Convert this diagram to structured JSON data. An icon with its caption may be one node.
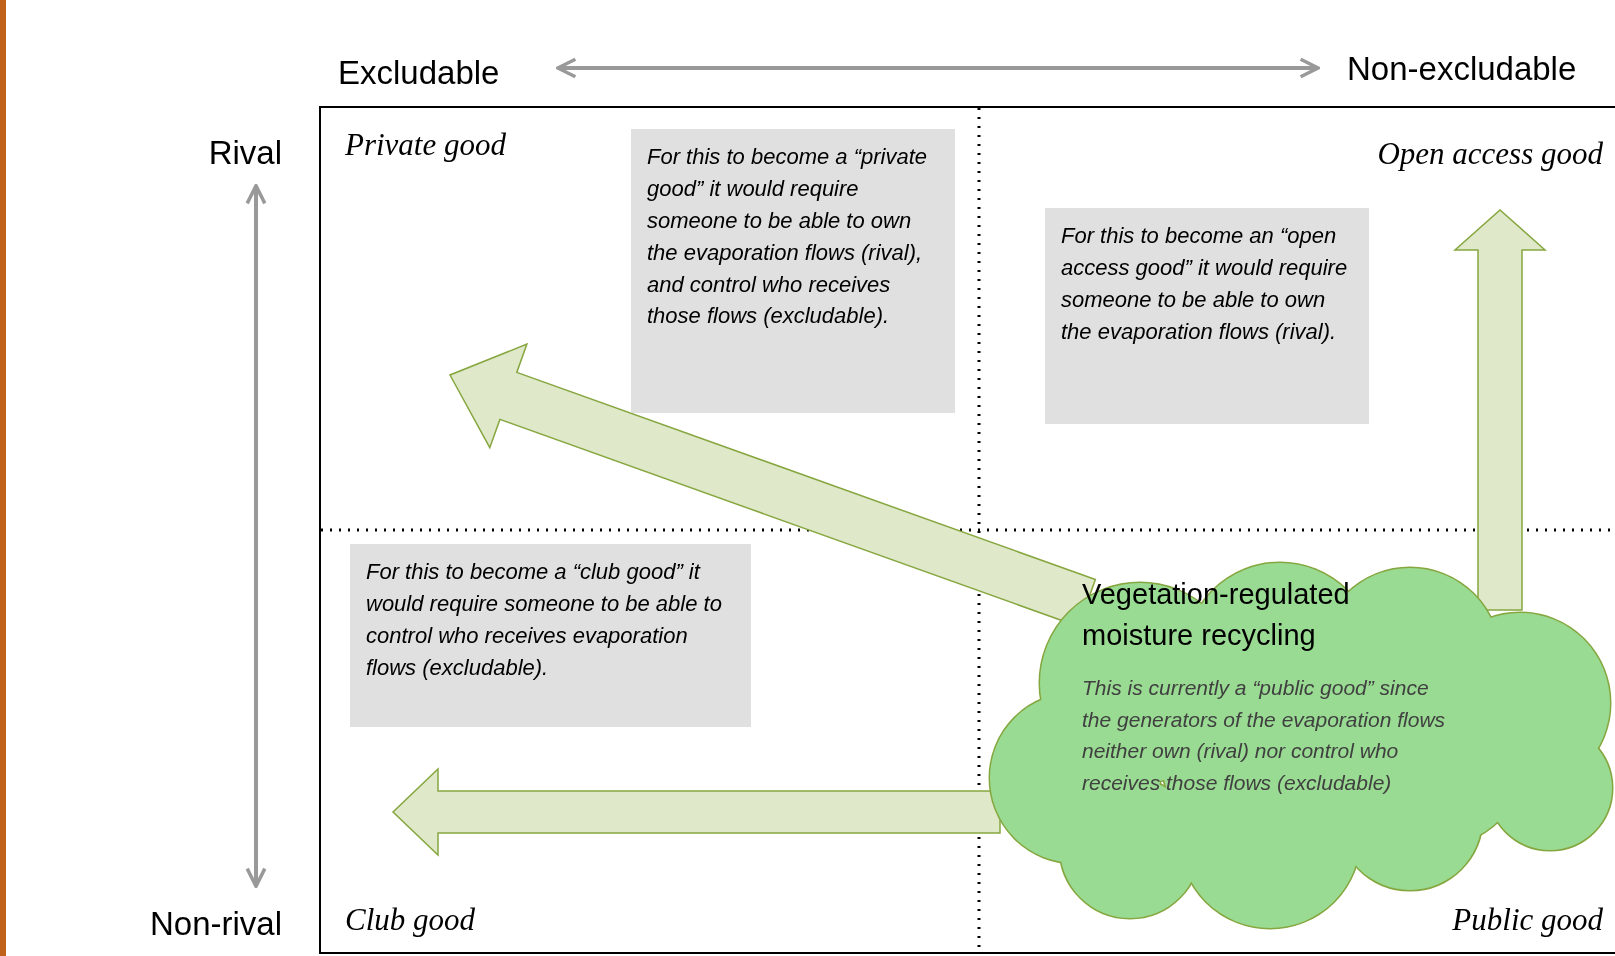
{
  "diagram": {
    "nodes": [
      {
        "text": [
          "For this to become a “private good” it would require someone to be able to own the evaporation flows (rival), and control who receives those flows (excludable)."
        ]
      },
      {
        "text": [
          "For this to become an “open access good” it would require someone to be able to own the evaporation flows (rival)."
        ]
      },
      {
        "text": [
          "For this to become a “club good” it would require someone to be able to control who receives evaporation flows (excludable)."
        ]
      },
      {
        "text": [
          "Vegetation-regulated moisture recycling",
          "This is currently a “public good” since the generators of the evaporation flows neither own (rival) nor control who receives those flows (excludable)"
        ]
      }
    ],
    "edges": [
      {
        "from": 3,
        "to": null,
        "arrow": "to"
      },
      {
        "from": 3,
        "to": null,
        "arrow": "to"
      },
      {
        "from": 3,
        "to": null,
        "arrow": "to"
      }
    ],
    "labels": [
      "Excludable",
      "Non-excludable",
      "Rival",
      "Private good",
      "Open access good",
      "Non-rival",
      "Club good",
      "Public good"
    ]
  }
}
